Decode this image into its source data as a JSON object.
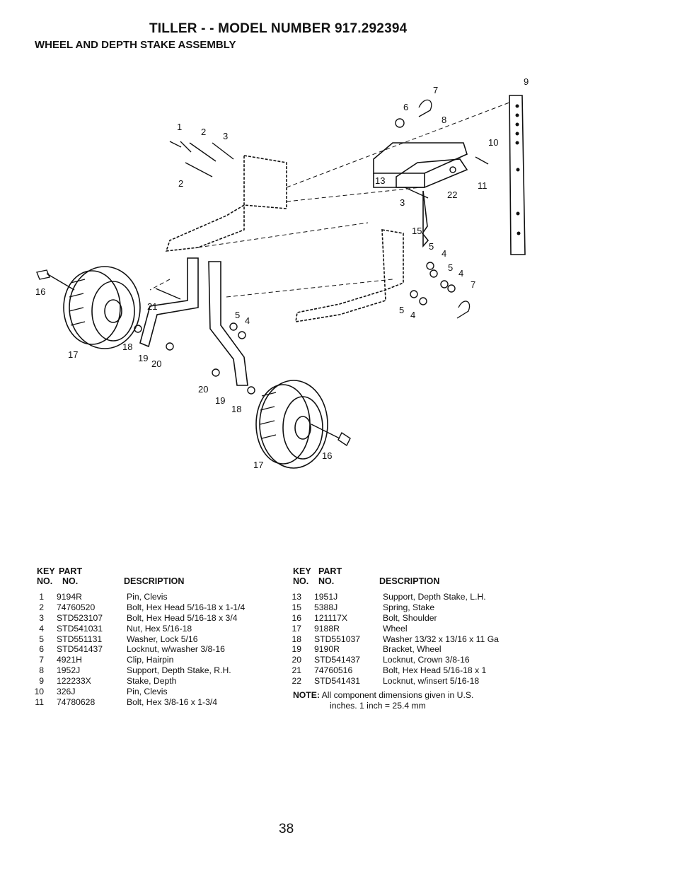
{
  "header": {
    "title": "TILLER - - MODEL NUMBER 917.292394",
    "subtitle": "WHEEL AND DEPTH STAKE ASSEMBLY"
  },
  "diagram": {
    "callouts": [
      "1",
      "2",
      "3",
      "2",
      "6",
      "7",
      "8",
      "9",
      "10",
      "11",
      "13",
      "3",
      "22",
      "15",
      "5",
      "4",
      "5",
      "4",
      "7",
      "5",
      "4",
      "16",
      "21",
      "5",
      "4",
      "17",
      "18",
      "19",
      "20",
      "20",
      "19",
      "18",
      "16",
      "17"
    ]
  },
  "table_headers": {
    "key_no": "KEY NO.",
    "key_line1": "KEY",
    "part_line1": "PART",
    "no_line2": "NO.",
    "part_no_line2": "NO.",
    "description": "DESCRIPTION"
  },
  "parts_left": [
    {
      "key": "1",
      "part": "9194R",
      "desc": "Pin, Clevis"
    },
    {
      "key": "2",
      "part": "74760520",
      "desc": "Bolt, Hex Head 5/16-18 x 1-1/4"
    },
    {
      "key": "3",
      "part": "STD523107",
      "desc": "Bolt, Hex Head 5/16-18 x 3/4"
    },
    {
      "key": "4",
      "part": "STD541031",
      "desc": "Nut, Hex 5/16-18"
    },
    {
      "key": "5",
      "part": "STD551131",
      "desc": "Washer, Lock 5/16"
    },
    {
      "key": "6",
      "part": "STD541437",
      "desc": "Locknut, w/washer 3/8-16"
    },
    {
      "key": "7",
      "part": "4921H",
      "desc": "Clip, Hairpin"
    },
    {
      "key": "8",
      "part": "1952J",
      "desc": "Support, Depth Stake, R.H."
    },
    {
      "key": "9",
      "part": "122233X",
      "desc": "Stake, Depth"
    },
    {
      "key": "10",
      "part": "326J",
      "desc": "Pin, Clevis"
    },
    {
      "key": "11",
      "part": "74780628",
      "desc": "Bolt, Hex 3/8-16 x 1-3/4"
    }
  ],
  "parts_right": [
    {
      "key": "13",
      "part": "1951J",
      "desc": "Support, Depth Stake, L.H."
    },
    {
      "key": "15",
      "part": "5388J",
      "desc": "Spring, Stake"
    },
    {
      "key": "16",
      "part": "121117X",
      "desc": "Bolt, Shoulder"
    },
    {
      "key": "17",
      "part": "9188R",
      "desc": "Wheel"
    },
    {
      "key": "18",
      "part": "STD551037",
      "desc": "Washer 13/32 x 13/16 x 11 Ga"
    },
    {
      "key": "19",
      "part": "9190R",
      "desc": "Bracket, Wheel"
    },
    {
      "key": "20",
      "part": "STD541437",
      "desc": "Locknut, Crown 3/8-16"
    },
    {
      "key": "21",
      "part": "74760516",
      "desc": "Bolt, Hex Head 5/16-18 x 1"
    },
    {
      "key": "22",
      "part": "STD541431",
      "desc": "Locknut, w/insert 5/16-18"
    }
  ],
  "note": {
    "label": "NOTE:",
    "line1": "All component dimensions given in U.S.",
    "line2": "inches. 1 inch = 25.4 mm"
  },
  "footer": {
    "page_number": "38"
  }
}
